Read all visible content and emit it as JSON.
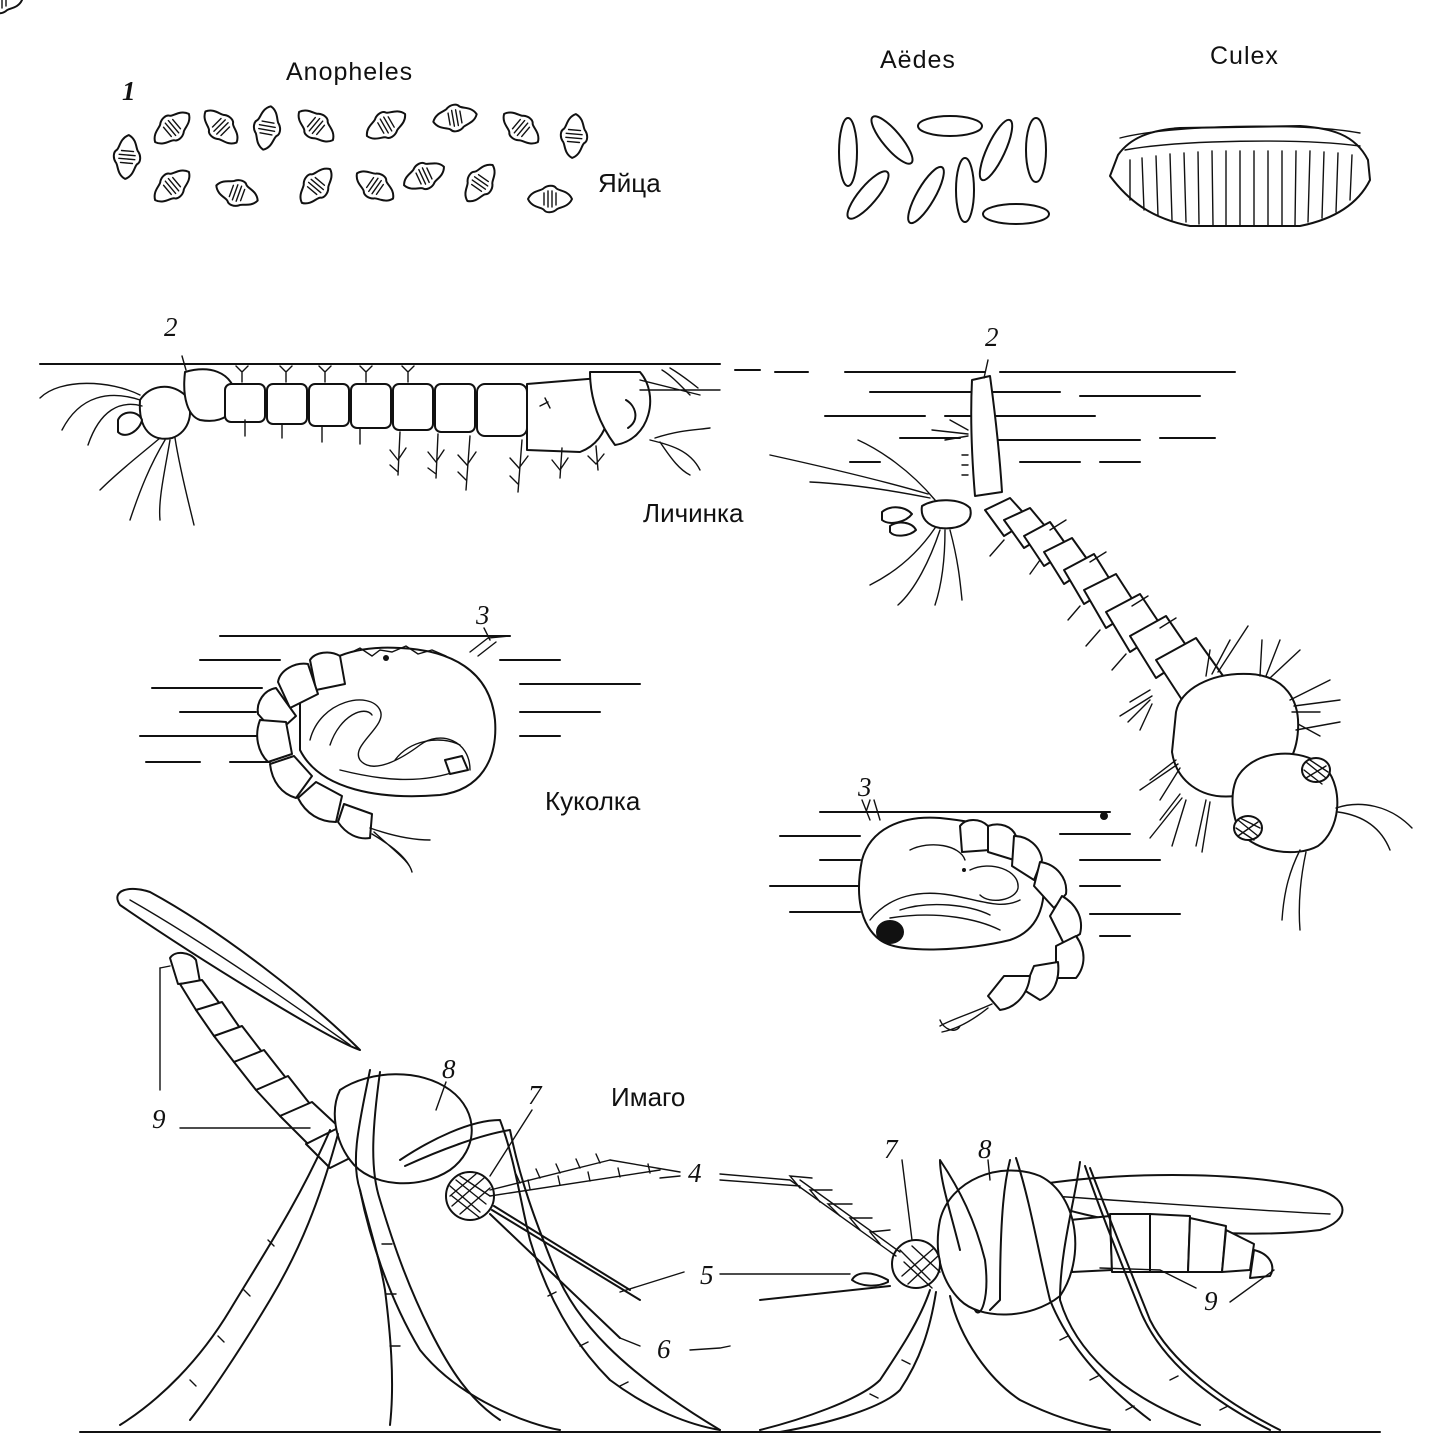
{
  "genera": {
    "anopheles": "Anopheles",
    "aedes": "Aëdes",
    "culex": "Culex"
  },
  "stages": {
    "eggs": "Яйца",
    "larva": "Личинка",
    "pupa": "Куколка",
    "imago": "Имаго"
  },
  "markers": {
    "m1": "1",
    "m2_left": "2",
    "m2_right": "2",
    "m3_left": "3",
    "m3_right": "3",
    "m4": "4",
    "m5": "5",
    "m6": "6",
    "m7_left": "7",
    "m7_right": "7",
    "m8_left": "8",
    "m8_right": "8",
    "m9_left": "9",
    "m9_right": "9"
  }
}
